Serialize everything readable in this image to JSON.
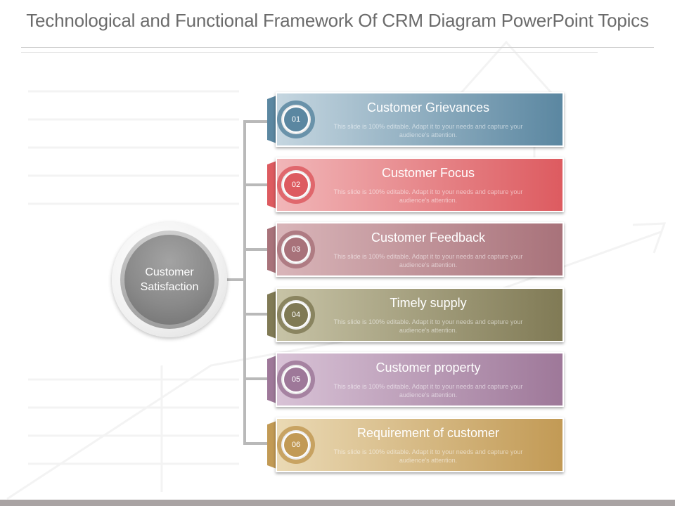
{
  "title": "Technological and Functional Framework Of CRM Diagram PowerPoint Topics",
  "hub": {
    "label": "Customer Satisfaction"
  },
  "items": [
    {
      "number": "01",
      "title": "Customer Grievances",
      "desc": "This slide is 100% editable.  Adapt it to your needs and capture your audience's attention.",
      "color_light": "#c5d6e0",
      "color_dark": "#5b87a1"
    },
    {
      "number": "02",
      "title": "Customer Focus",
      "desc": "This slide is 100% editable.  Adapt it to your needs and capture your audience's attention.",
      "color_light": "#f1b6b8",
      "color_dark": "#dd5b60"
    },
    {
      "number": "03",
      "title": "Customer Feedback",
      "desc": "This slide is 100% editable.  Adapt it to your needs and capture your audience's attention.",
      "color_light": "#d9b5b9",
      "color_dark": "#a8727a"
    },
    {
      "number": "04",
      "title": "Timely supply",
      "desc": "This slide is 100% editable.  Adapt it to your needs and capture your audience's attention.",
      "color_light": "#c7c3a6",
      "color_dark": "#807a55"
    },
    {
      "number": "05",
      "title": "Customer property",
      "desc": "This slide is 100% editable.  Adapt it to your needs and capture your audience's attention.",
      "color_light": "#d8c2d6",
      "color_dark": "#9e7899"
    },
    {
      "number": "06",
      "title": "Requirement  of customer",
      "desc": "This slide is 100% editable.  Adapt it to your needs and capture your audience's attention.",
      "color_light": "#ead9b4",
      "color_dark": "#c29a55"
    }
  ]
}
